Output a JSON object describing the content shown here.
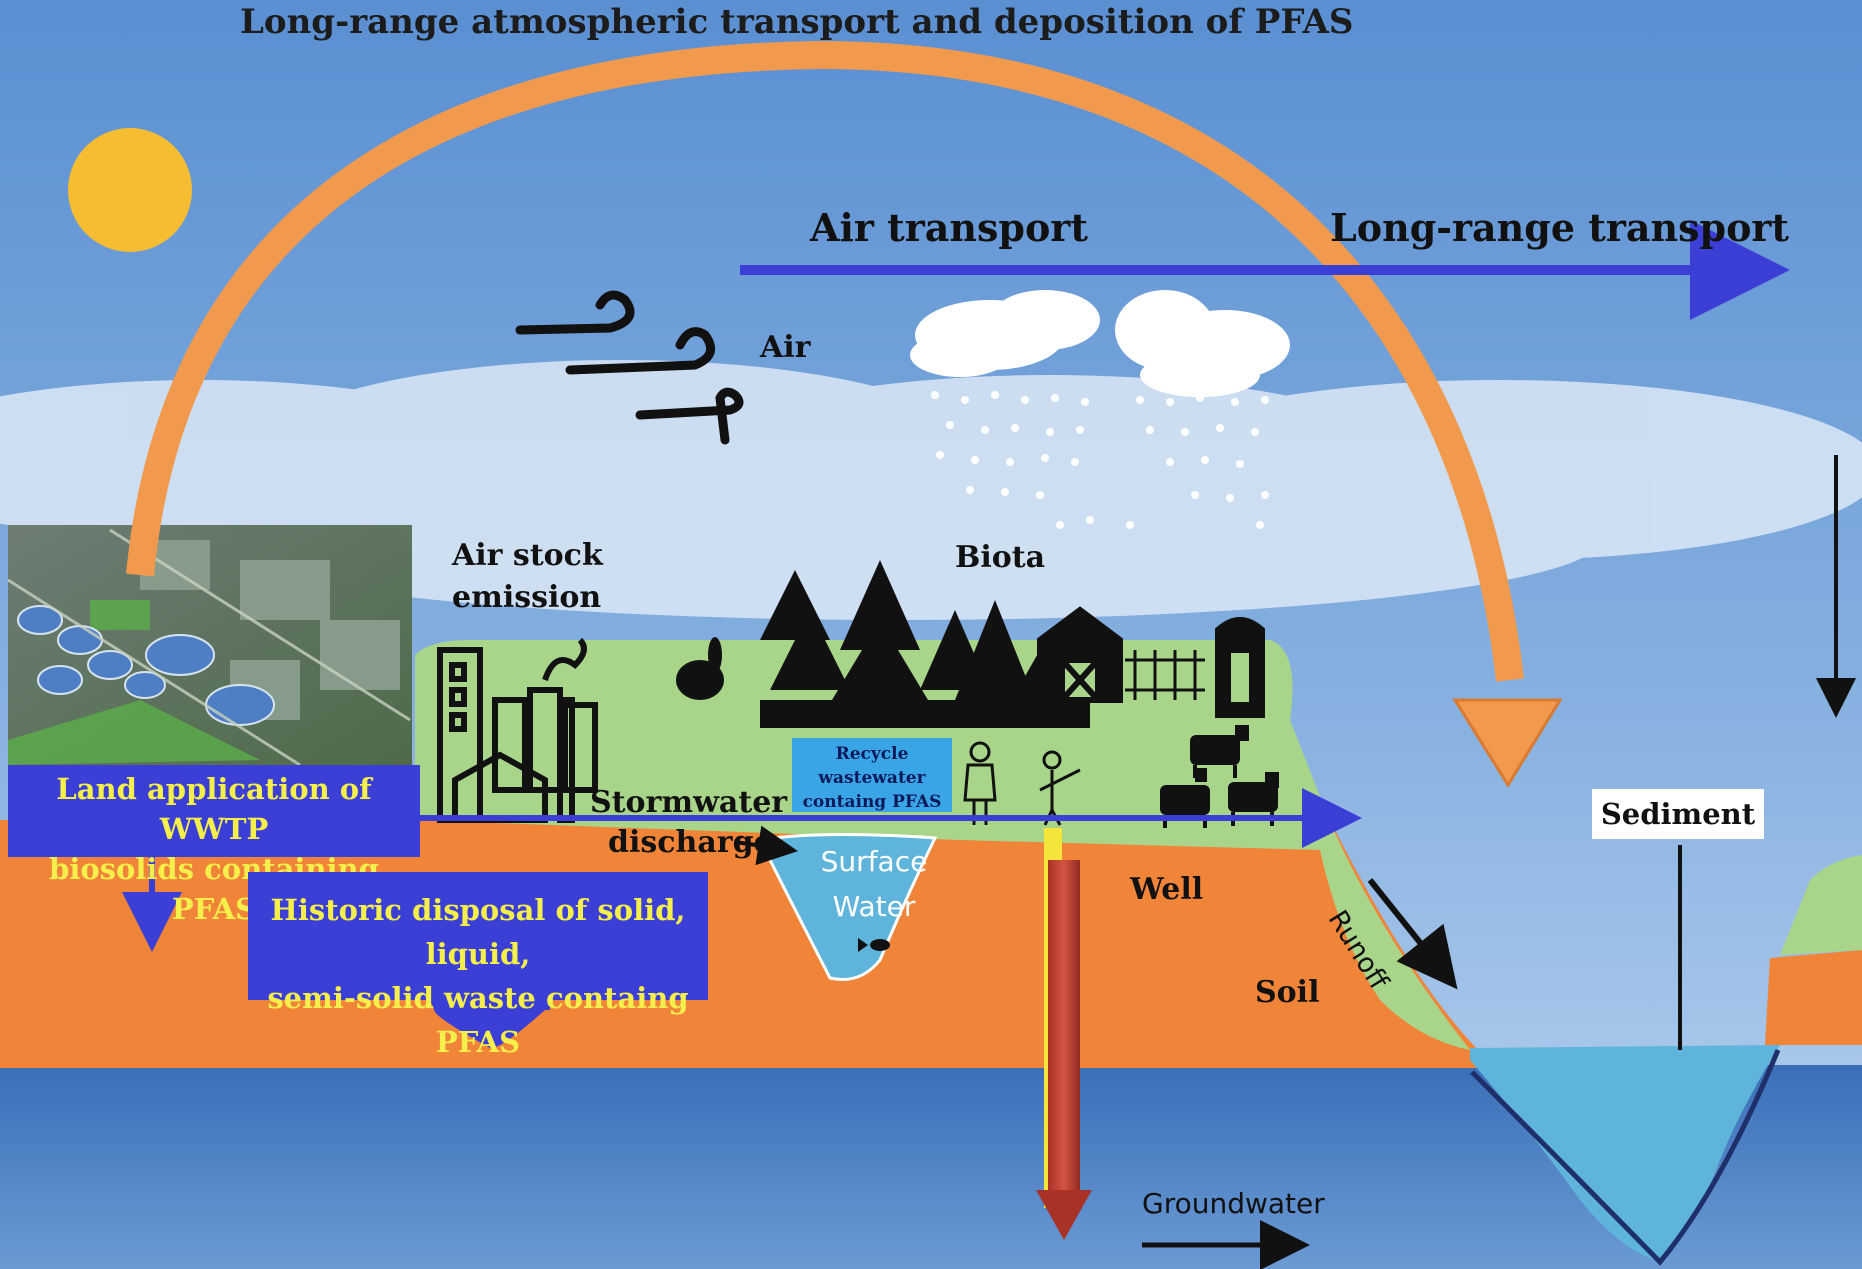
{
  "title": "Long-range atmospheric transport and deposition of PFAS",
  "labels": {
    "air_transport": "Air transport",
    "long_range_transport": "Long-range transport",
    "air": "Air",
    "air_stock_emission_line1": "Air stock",
    "air_stock_emission_line2": "emission",
    "biota": "Biota",
    "stormwater_line1": "Stormwater",
    "stormwater_line2": "discharge",
    "recycle_line1": "Recycle",
    "recycle_line2": "wastewater",
    "recycle_line3": "containg PFAS",
    "surface_water_line1": "Surface",
    "surface_water_line2": "Water",
    "well": "Well",
    "soil": "Soil",
    "runoff": "Runoff",
    "sediment": "Sediment",
    "groundwater": "Groundwater"
  },
  "boxes": {
    "land_application_line1": "Land application of WWTP",
    "land_application_line2": "biosolids containing PFAS",
    "historic_disposal_line1": "Historic disposal of solid, liquid,",
    "historic_disposal_line2": "semi-solid waste containg PFAS"
  },
  "colors": {
    "sky_top": "#5d93d4",
    "sky_bottom": "#8fb6e2",
    "soil": "#f0853a",
    "grass": "#a9d58a",
    "groundwater": "#3f75bd",
    "surface_water": "#5fb4dc",
    "arc_arrow": "#f19a4e",
    "transport_arrow": "#3b3fd6",
    "sun": "#f6bd32",
    "well_pipe": "#c0392b"
  }
}
